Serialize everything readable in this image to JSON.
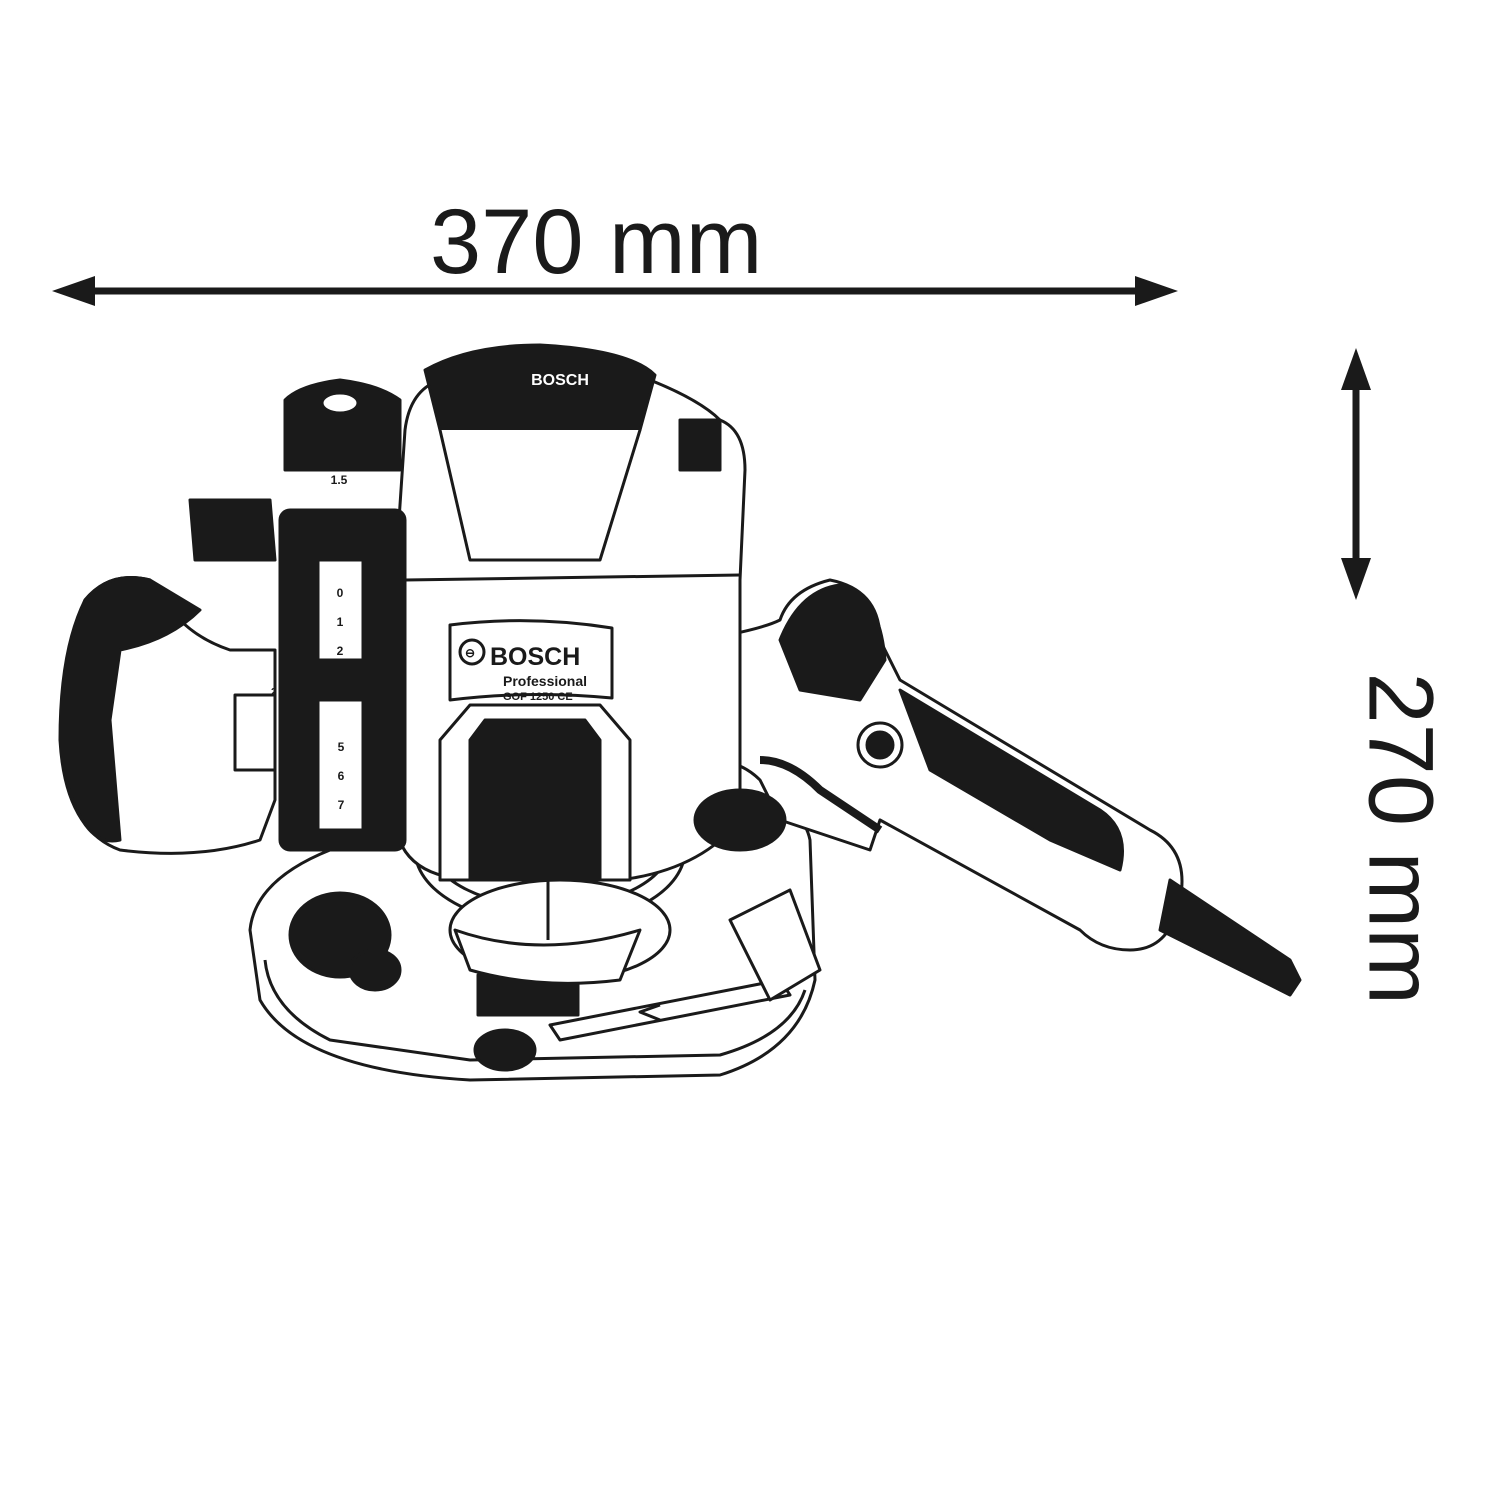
{
  "dimensions": {
    "width_label": "370 mm",
    "height_label": "270 mm"
  },
  "product": {
    "brand": "BOSCH",
    "line": "Professional",
    "model": "GOF 1250 CE",
    "cap_brand": "BOSCH"
  },
  "depth_dial": {
    "value_label": "1.5"
  },
  "depth_scale": {
    "upper_ticks": [
      "0",
      "1",
      "2"
    ],
    "lower_ticks": [
      "5",
      "6",
      "7"
    ],
    "side_mark": "2"
  },
  "colors": {
    "ink": "#1a1a1a",
    "background": "#ffffff"
  }
}
